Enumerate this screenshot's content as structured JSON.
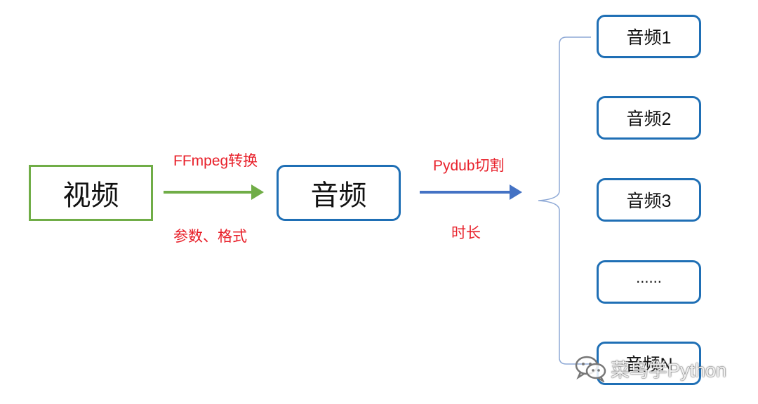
{
  "source": {
    "label": "视频"
  },
  "converted": {
    "label": "音频"
  },
  "step1": {
    "label_top": "FFmpeg转换",
    "label_bottom": "参数、格式"
  },
  "step2": {
    "label_top": "Pydub切割",
    "label_bottom": "时长"
  },
  "outputs": [
    {
      "label": "音频1"
    },
    {
      "label": "音频2"
    },
    {
      "label": "音频3"
    },
    {
      "label": "......"
    },
    {
      "label": "音频N"
    }
  ],
  "watermark": {
    "text": "菜鸟学Python",
    "icon": "wechat-icon"
  },
  "colors": {
    "green": "#70ad47",
    "blue": "#1f6fb5",
    "arrow_blue": "#4472c4",
    "red": "#e8202a"
  }
}
